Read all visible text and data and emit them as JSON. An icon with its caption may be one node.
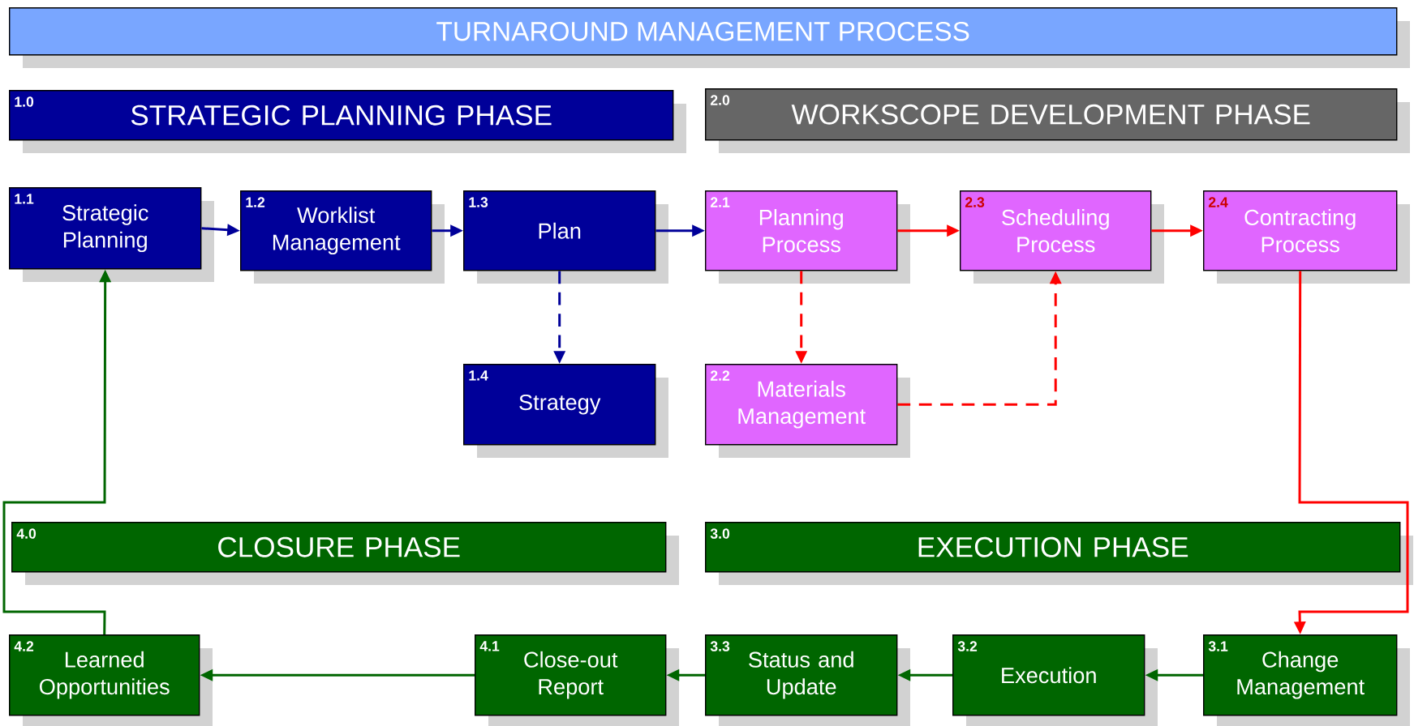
{
  "diagram": {
    "title": "TURNAROUND MANAGEMENT PROCESS",
    "nodes": [
      {
        "text": [
          "1.0",
          "STRATEGIC PLANNING PHASE"
        ]
      },
      {
        "text": [
          "2.0",
          "WORKSCOPE DEVELOPMENT PHASE"
        ]
      },
      {
        "text": [
          "1.1",
          "Strategic Planning"
        ]
      },
      {
        "text": [
          "1.2",
          "Worklist Management"
        ]
      },
      {
        "text": [
          "1.3",
          "Plan"
        ]
      },
      {
        "text": [
          "2.1",
          "Planning Process"
        ]
      },
      {
        "text": [
          "2.3",
          "Scheduling Process"
        ]
      },
      {
        "text": [
          "2.4",
          "Contracting Process"
        ]
      },
      {
        "text": [
          "1.4",
          "Strategy"
        ]
      },
      {
        "text": [
          "2.2",
          "Materials Management"
        ]
      },
      {
        "text": [
          "4.0",
          "CLOSURE PHASE"
        ]
      },
      {
        "text": [
          "3.0",
          "EXECUTION PHASE"
        ]
      },
      {
        "text": [
          "4.2",
          "Learned Opportunities"
        ]
      },
      {
        "text": [
          "4.1",
          "Close-out Report"
        ]
      },
      {
        "text": [
          "3.3",
          "Status and Update"
        ]
      },
      {
        "text": [
          "3.2",
          "Execution"
        ]
      },
      {
        "text": [
          "3.1",
          "Change Management"
        ]
      }
    ],
    "edges": [
      {
        "from": 2,
        "to": 3,
        "arrow": "to",
        "color": "#000099"
      },
      {
        "from": 3,
        "to": 4,
        "arrow": "to",
        "color": "#000099"
      },
      {
        "from": 4,
        "to": 5,
        "arrow": "to",
        "color": "#000099"
      },
      {
        "from": 4,
        "to": 8,
        "arrow": "to",
        "style": "dashed",
        "color": "#000099"
      },
      {
        "from": 5,
        "to": 6,
        "arrow": "to",
        "color": "#ff0000"
      },
      {
        "from": 6,
        "to": 7,
        "arrow": "to",
        "color": "#ff0000"
      },
      {
        "from": 5,
        "to": 9,
        "arrow": "to",
        "style": "dashed",
        "color": "#ff0000"
      },
      {
        "from": 9,
        "to": 6,
        "arrow": "to",
        "style": "dashed",
        "color": "#ff0000"
      },
      {
        "from": 7,
        "to": 16,
        "arrow": "to",
        "color": "#ff0000"
      },
      {
        "from": 16,
        "to": 15,
        "arrow": "to",
        "color": "#006600"
      },
      {
        "from": 15,
        "to": 14,
        "arrow": "to",
        "color": "#006600"
      },
      {
        "from": 14,
        "to": 13,
        "arrow": "to",
        "color": "#006600"
      },
      {
        "from": 13,
        "to": 12,
        "arrow": "to",
        "color": "#006600"
      },
      {
        "from": 12,
        "to": 2,
        "arrow": "to",
        "color": "#006600"
      }
    ]
  }
}
